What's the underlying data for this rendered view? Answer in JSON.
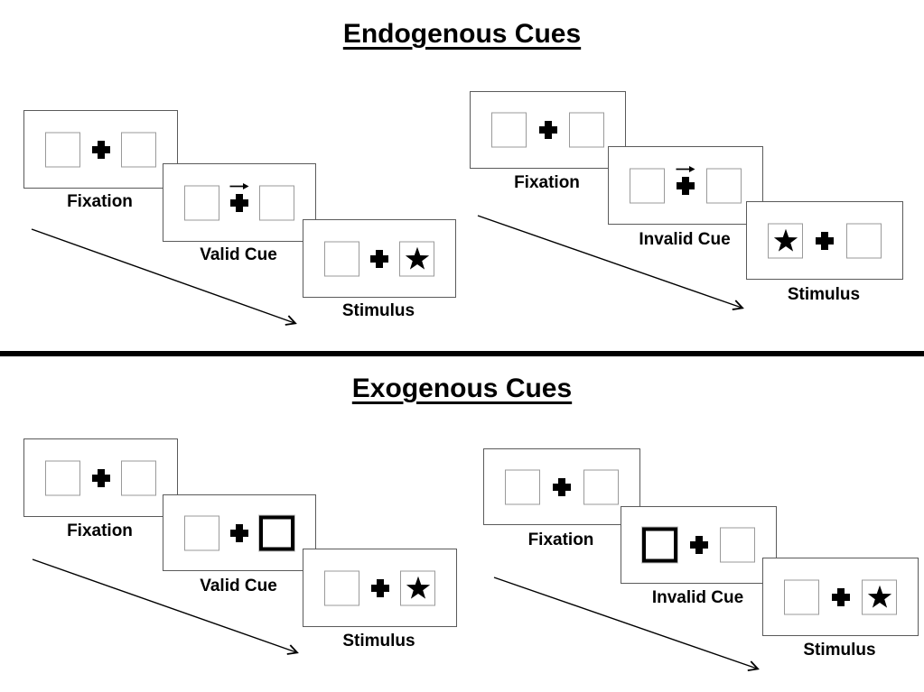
{
  "figure": {
    "kind": "posner-cueing-task-diagram",
    "background": "#ffffff",
    "divider_color": "#000000",
    "panel_border_color": "#5a5a5a",
    "box_border_color": "#9a9a9a",
    "ink_color": "#000000"
  },
  "sections": [
    {
      "title": "Endogenous Cues",
      "sequences": [
        {
          "name": "endogenous-valid",
          "panels": [
            {
              "type": "fixation",
              "label": "Fixation",
              "content": "two-boxes-with-central-cross"
            },
            {
              "type": "cue",
              "label": "Valid Cue",
              "content": "right-pointing-arrow-above-central-cross",
              "cue_side": "right"
            },
            {
              "type": "stimulus",
              "label": "Stimulus",
              "content": "star-in-box",
              "star_side": "right"
            }
          ]
        },
        {
          "name": "endogenous-invalid",
          "panels": [
            {
              "type": "fixation",
              "label": "Fixation",
              "content": "two-boxes-with-central-cross"
            },
            {
              "type": "cue",
              "label": "Invalid Cue",
              "content": "right-pointing-arrow-above-central-cross",
              "cue_side": "right"
            },
            {
              "type": "stimulus",
              "label": "Stimulus",
              "content": "star-in-box",
              "star_side": "left"
            }
          ]
        }
      ]
    },
    {
      "title": "Exogenous Cues",
      "sequences": [
        {
          "name": "exogenous-valid",
          "panels": [
            {
              "type": "fixation",
              "label": "Fixation",
              "content": "two-boxes-with-central-cross"
            },
            {
              "type": "cue",
              "label": "Valid Cue",
              "content": "thick-highlighted-box",
              "cue_side": "right"
            },
            {
              "type": "stimulus",
              "label": "Stimulus",
              "content": "star-in-box",
              "star_side": "right"
            }
          ]
        },
        {
          "name": "exogenous-invalid",
          "panels": [
            {
              "type": "fixation",
              "label": "Fixation",
              "content": "two-boxes-with-central-cross"
            },
            {
              "type": "cue",
              "label": "Invalid Cue",
              "content": "thick-highlighted-box",
              "cue_side": "left"
            },
            {
              "type": "stimulus",
              "label": "Stimulus",
              "content": "star-in-box",
              "star_side": "right"
            }
          ]
        }
      ]
    }
  ]
}
